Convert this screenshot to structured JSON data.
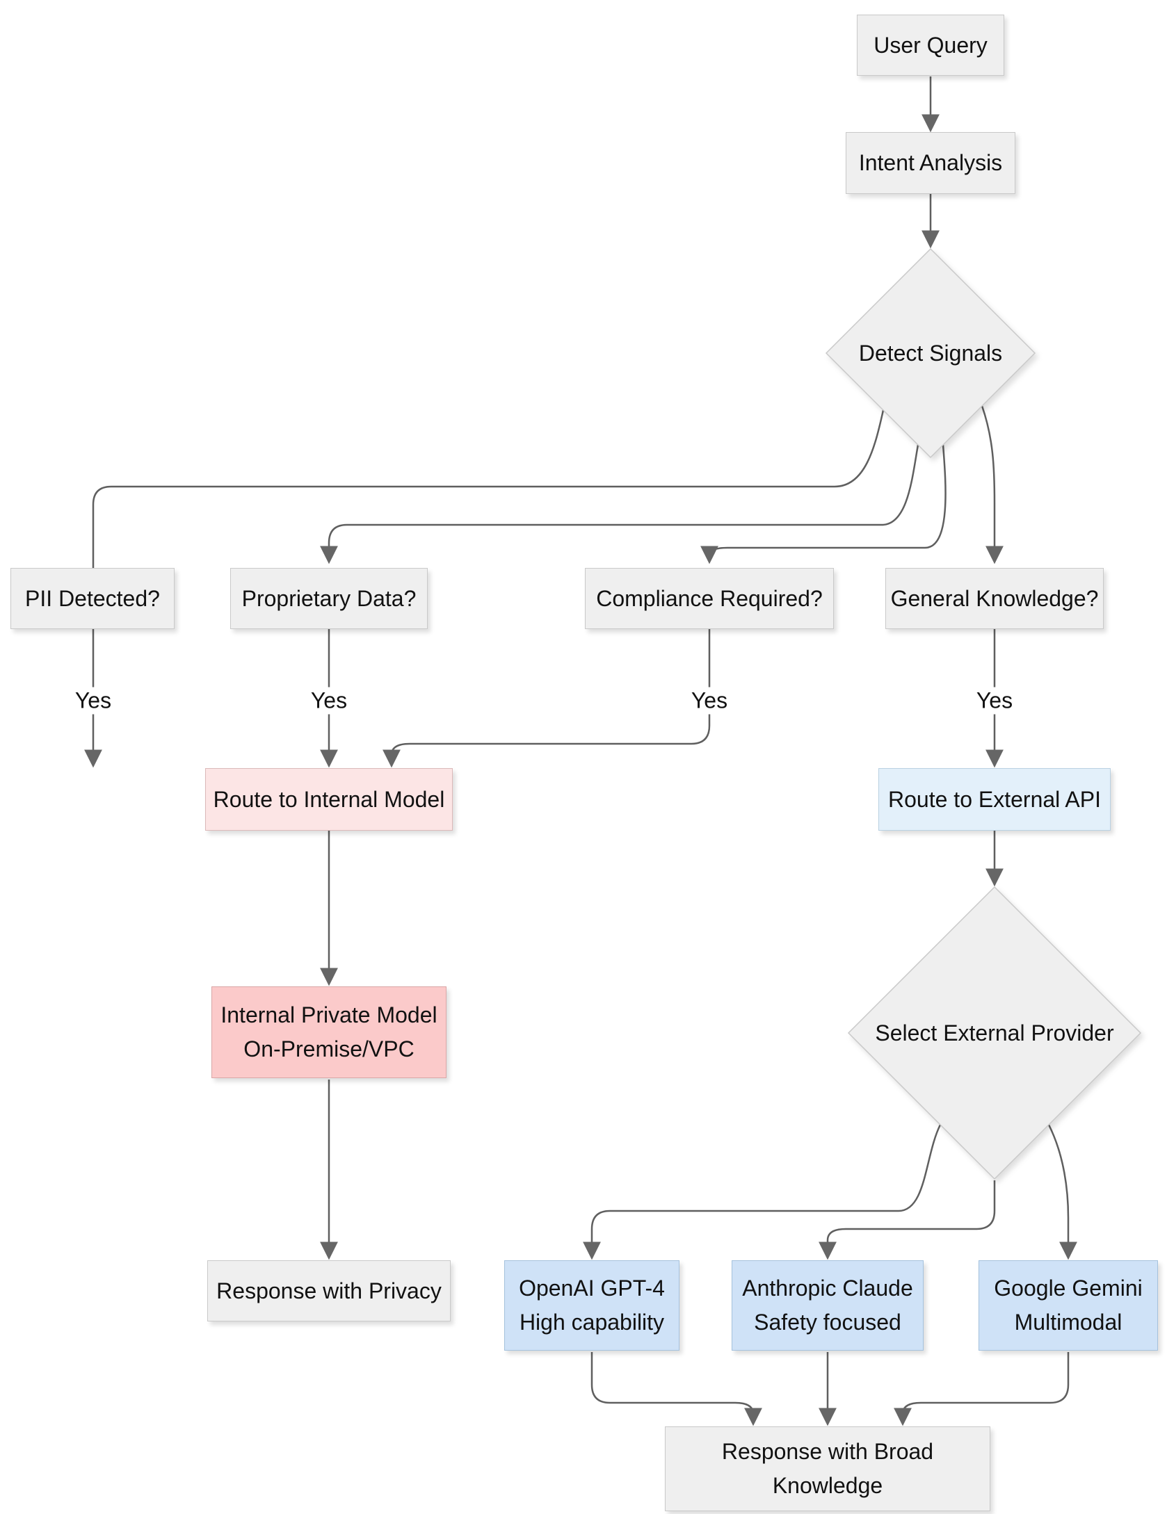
{
  "diagram": {
    "type": "flowchart",
    "direction": "top-down",
    "nodes": {
      "user_query": {
        "label": "User Query",
        "shape": "rect",
        "fill": "#efefef"
      },
      "intent_analysis": {
        "label": "Intent Analysis",
        "shape": "rect",
        "fill": "#efefef"
      },
      "detect_signals": {
        "label": "Detect Signals",
        "shape": "diamond",
        "fill": "#efefef"
      },
      "pii": {
        "label": "PII Detected?",
        "shape": "rect",
        "fill": "#efefef"
      },
      "proprietary": {
        "label": "Proprietary Data?",
        "shape": "rect",
        "fill": "#efefef"
      },
      "compliance": {
        "label": "Compliance Required?",
        "shape": "rect",
        "fill": "#efefef"
      },
      "general": {
        "label": "General Knowledge?",
        "shape": "rect",
        "fill": "#efefef"
      },
      "route_internal": {
        "label": "Route to Internal Model",
        "shape": "rect",
        "fill": "#fce5e5"
      },
      "route_external": {
        "label": "Route to External API",
        "shape": "rect",
        "fill": "#e3f0fa"
      },
      "select_provider": {
        "label": "Select External Provider",
        "shape": "diamond",
        "fill": "#efefef"
      },
      "internal_model": {
        "line1": "Internal Private Model",
        "line2": "On-Premise/VPC",
        "shape": "rect",
        "fill": "#fbcaca"
      },
      "response_privacy": {
        "label": "Response with Privacy",
        "shape": "rect",
        "fill": "#efefef"
      },
      "openai": {
        "line1": "OpenAI GPT-4",
        "line2": "High capability",
        "shape": "rect",
        "fill": "#cfe2f7"
      },
      "anthropic": {
        "line1": "Anthropic Claude",
        "line2": "Safety focused",
        "shape": "rect",
        "fill": "#cfe2f7"
      },
      "gemini": {
        "line1": "Google Gemini",
        "line2": "Multimodal",
        "shape": "rect",
        "fill": "#cfe2f7"
      },
      "response_broad": {
        "line1": "Response with Broad",
        "line2": "Knowledge",
        "shape": "rect",
        "fill": "#efefef"
      }
    },
    "edge_labels": {
      "pii_yes": "Yes",
      "proprietary_yes": "Yes",
      "compliance_yes": "Yes",
      "general_yes": "Yes"
    },
    "colors": {
      "node_gray": "#efefef",
      "node_gray_border": "#c9c9c9",
      "route_internal_fill": "#fce5e5",
      "internal_model_fill": "#fbcaca",
      "route_external_fill": "#e3f0fa",
      "provider_fill": "#cfe2f7",
      "edge_stroke": "#5f5f5f",
      "text": "#111111",
      "background": "#ffffff"
    }
  }
}
